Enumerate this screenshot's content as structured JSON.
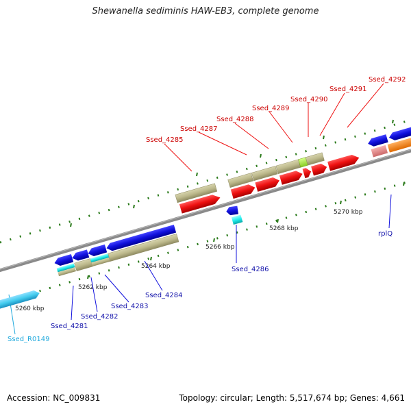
{
  "title": "Shewanella sediminis HAW-EB3, complete genome",
  "footer": {
    "accession": "Accession: NC_009831",
    "summary": "Topology: circular; Length: 5,517,674 bp; Genes: 4,661"
  },
  "ticks": [
    "5260 kbp",
    "5262 kbp",
    "5264 kbp",
    "5266 kbp",
    "5268 kbp",
    "5270 kbp"
  ],
  "genes": [
    "Ssed_4285",
    "Ssed_4287",
    "Ssed_4288",
    "Ssed_4289",
    "Ssed_4290",
    "Ssed_4291",
    "Ssed_4292",
    "Ssed_R0149",
    "Ssed_4281",
    "Ssed_4282",
    "Ssed_4283",
    "Ssed_4284",
    "Ssed_4286",
    "rplQ"
  ],
  "colors": {
    "forward_cds": "#ee1111",
    "reverse_cds": "#1111dd",
    "rna": "#44ccee",
    "khaki": "#bdb98c",
    "cyan": "#22eeee",
    "lime": "#aaee33",
    "pink": "#e88a8a",
    "orange": "#ff8a1a",
    "red_label": "#cc0000",
    "blue_label": "#1111aa",
    "rna_label": "#22aadd",
    "tick_green": "#2a7a1a",
    "backbone": "#888888"
  }
}
